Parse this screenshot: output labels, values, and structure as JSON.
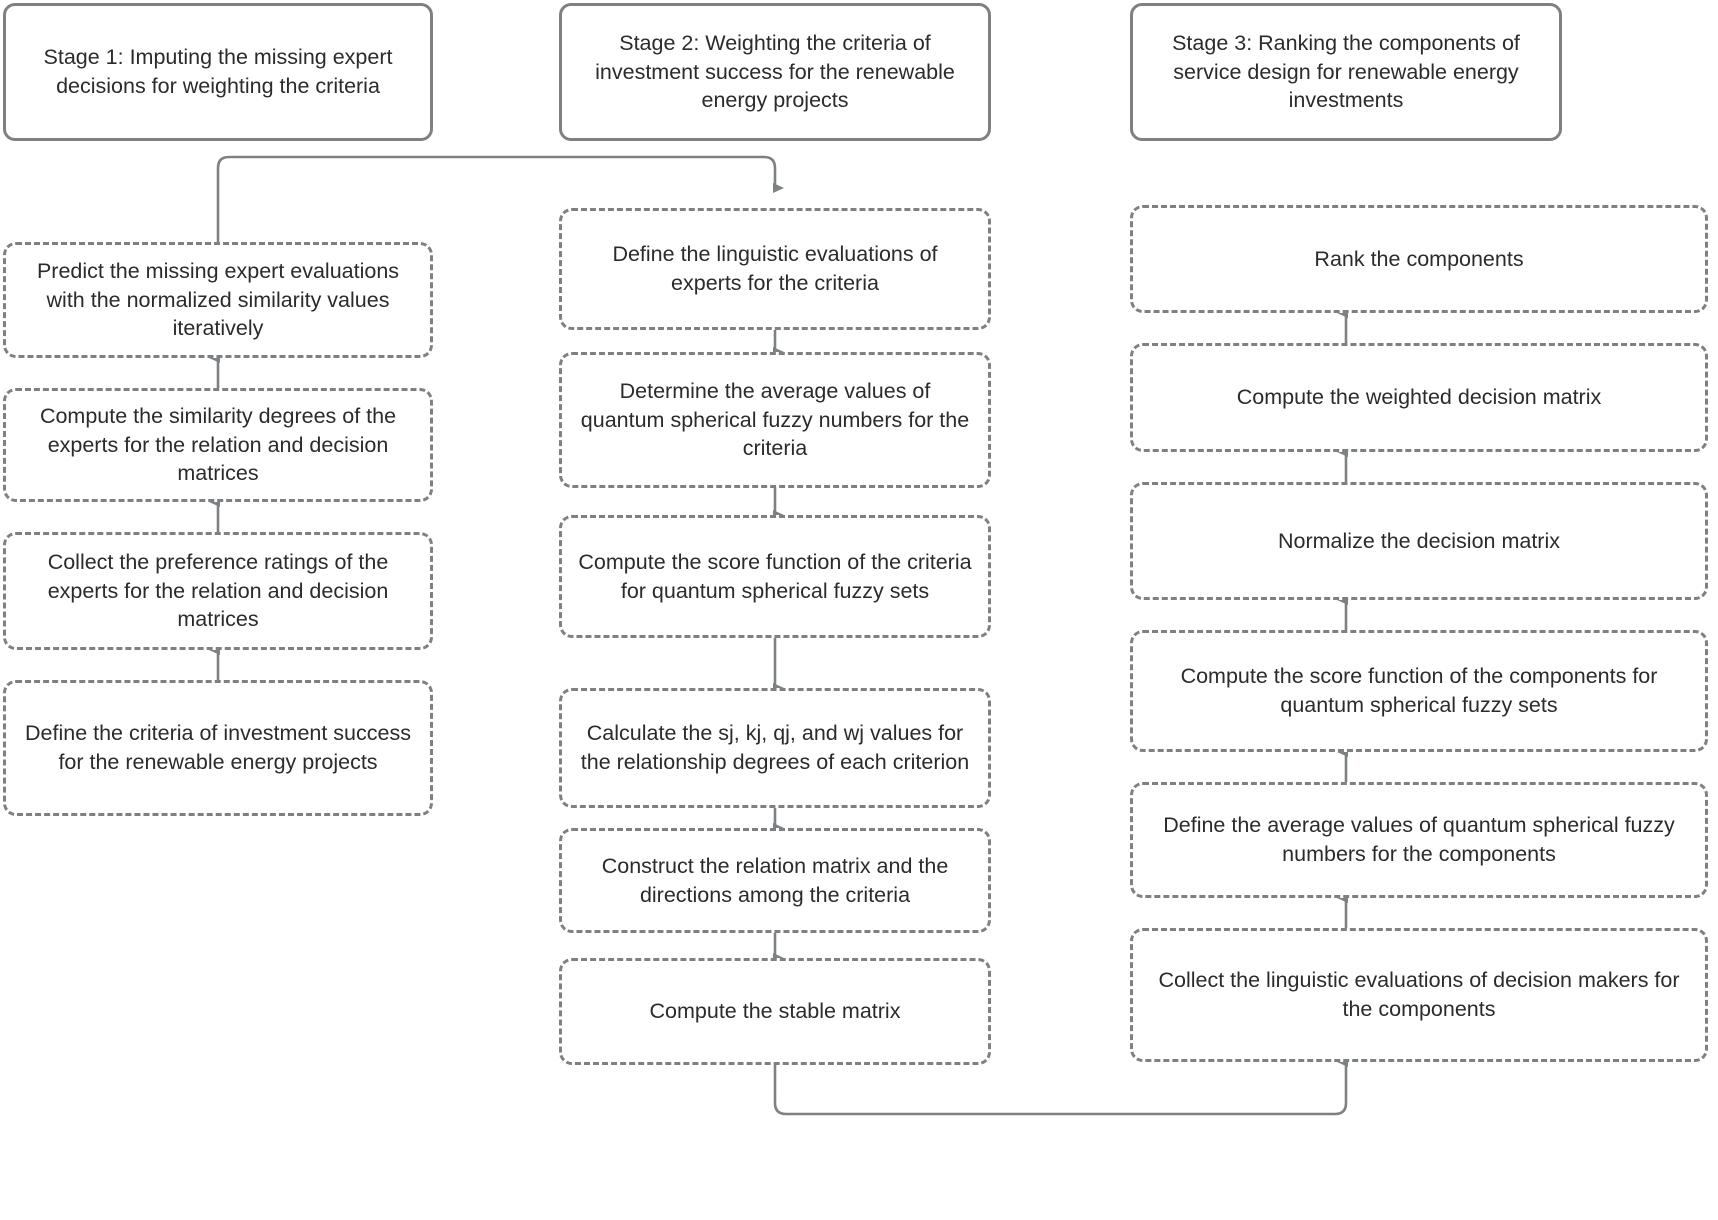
{
  "diagram": {
    "title": "Three-stage methodology flowchart for renewable energy investment service design",
    "type": "flowchart",
    "colors": {
      "border": "#7d8183",
      "text": "#2b2b2b",
      "background": "#ffffff",
      "edge": "#7d8183",
      "arrow_fill": "#7d8183"
    },
    "columns": [
      {
        "id": "stage1",
        "header_id": "stage1-header"
      },
      {
        "id": "stage2",
        "header_id": "stage2-header"
      },
      {
        "id": "stage3",
        "header_id": "stage3-header"
      }
    ],
    "stage_headers": [
      {
        "id": "stage1-header",
        "text": "Stage 1: Imputing the missing expert decisions for weighting the criteria"
      },
      {
        "id": "stage2-header",
        "text": "Stage 2: Weighting the criteria of investment success for the renewable energy projects"
      },
      {
        "id": "stage3-header",
        "text": "Stage 3: Ranking the components of service design for renewable energy investments"
      }
    ],
    "stage1_steps": [
      {
        "id": "s1-4",
        "text": "Predict the missing expert evaluations with the normalized similarity values iteratively"
      },
      {
        "id": "s1-3",
        "text": "Compute the similarity degrees of the experts for the relation and decision matrices"
      },
      {
        "id": "s1-2",
        "text": "Collect the preference ratings of the experts for the relation and decision matrices"
      },
      {
        "id": "s1-1",
        "text": "Define the criteria of investment success for the renewable energy projects"
      }
    ],
    "stage2_steps": [
      {
        "id": "s2-1",
        "text": "Define the linguistic evaluations of experts for the criteria"
      },
      {
        "id": "s2-2",
        "text": "Determine the average values of quantum spherical fuzzy numbers for the criteria"
      },
      {
        "id": "s2-3",
        "text": "Compute the score function of the criteria for quantum spherical fuzzy sets"
      },
      {
        "id": "s2-4",
        "text": "Calculate the sj, kj, qj, and wj values for the relationship degrees of each criterion"
      },
      {
        "id": "s2-5",
        "text": "Construct the relation matrix and the directions among the criteria"
      },
      {
        "id": "s2-6",
        "text": "Compute the stable matrix"
      }
    ],
    "stage3_steps": [
      {
        "id": "s3-6",
        "text": "Rank the components"
      },
      {
        "id": "s3-5",
        "text": "Compute the weighted decision matrix"
      },
      {
        "id": "s3-4",
        "text": "Normalize the decision matrix"
      },
      {
        "id": "s3-3",
        "text": "Compute the score function of the components for quantum spherical fuzzy sets"
      },
      {
        "id": "s3-2",
        "text": "Define the average values of quantum spherical fuzzy numbers for the components"
      },
      {
        "id": "s3-1",
        "text": "Collect the linguistic evaluations of decision makers for the components"
      }
    ],
    "edges": [
      {
        "from": "s1-1",
        "to": "s1-2",
        "direction": "up"
      },
      {
        "from": "s1-2",
        "to": "s1-3",
        "direction": "up"
      },
      {
        "from": "s1-3",
        "to": "s1-4",
        "direction": "up"
      },
      {
        "from": "s1-4",
        "to": "s2-1",
        "direction": "right-elbow-top"
      },
      {
        "from": "s2-1",
        "to": "s2-2",
        "direction": "down"
      },
      {
        "from": "s2-2",
        "to": "s2-3",
        "direction": "down"
      },
      {
        "from": "s2-3",
        "to": "s2-4",
        "direction": "down"
      },
      {
        "from": "s2-4",
        "to": "s2-5",
        "direction": "down"
      },
      {
        "from": "s2-5",
        "to": "s2-6",
        "direction": "down"
      },
      {
        "from": "s2-6",
        "to": "s3-1",
        "direction": "right-elbow-bottom"
      },
      {
        "from": "s3-1",
        "to": "s3-2",
        "direction": "up"
      },
      {
        "from": "s3-2",
        "to": "s3-3",
        "direction": "up"
      },
      {
        "from": "s3-3",
        "to": "s3-4",
        "direction": "up"
      },
      {
        "from": "s3-4",
        "to": "s3-5",
        "direction": "up"
      },
      {
        "from": "s3-5",
        "to": "s3-6",
        "direction": "up"
      }
    ]
  }
}
